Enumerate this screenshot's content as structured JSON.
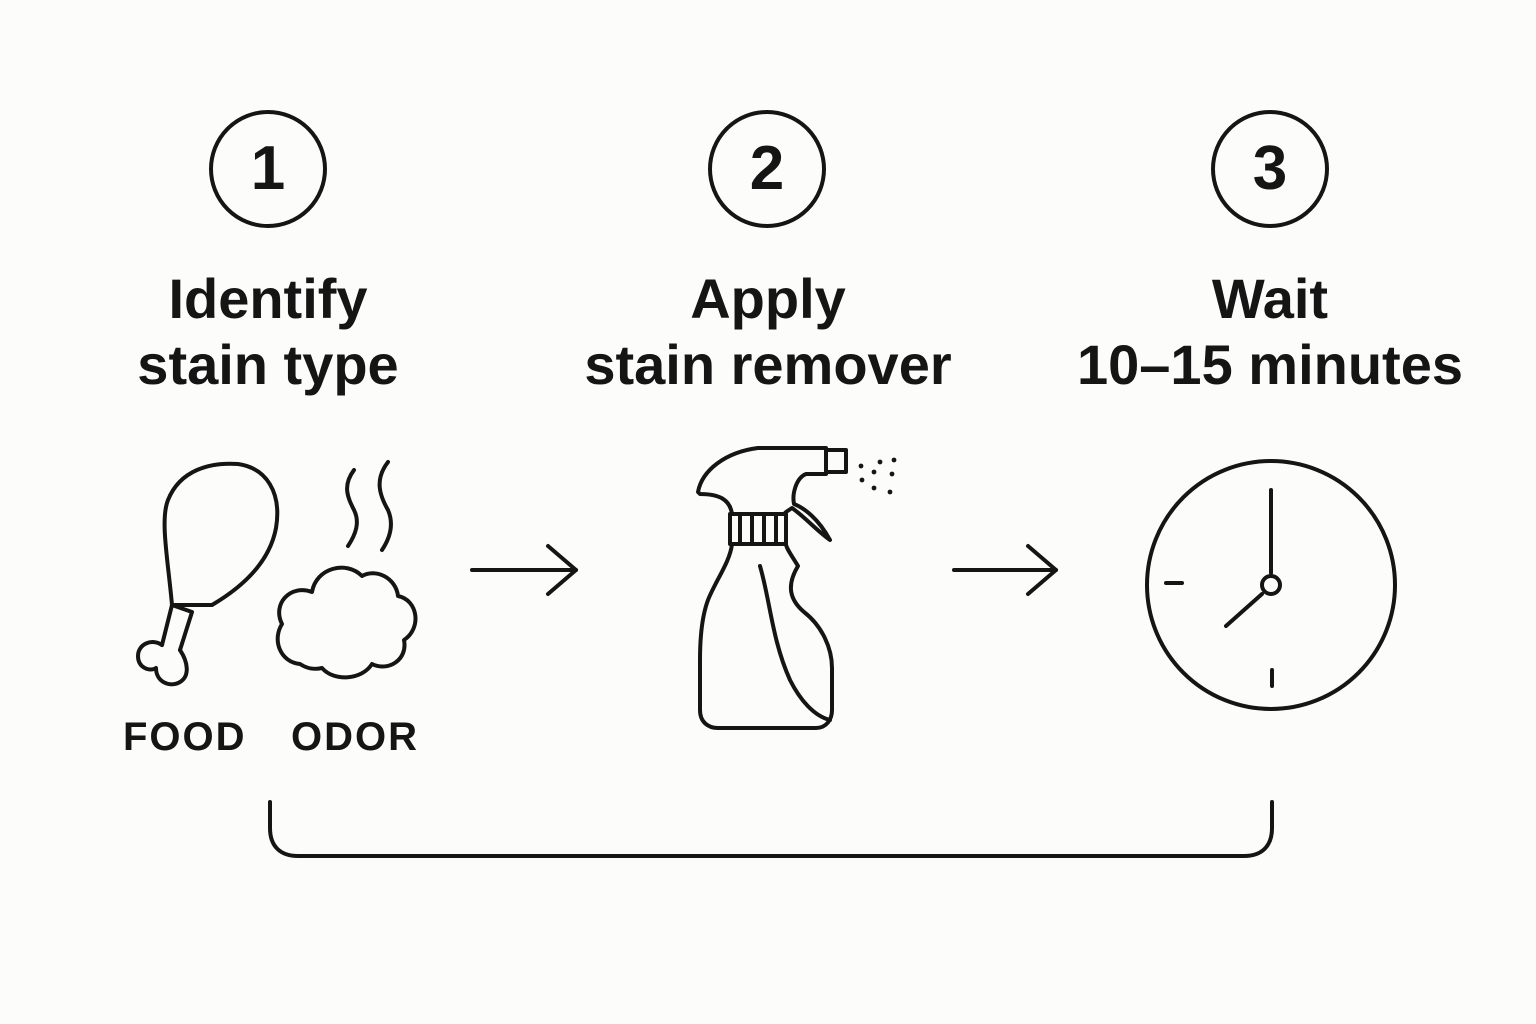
{
  "steps": [
    {
      "number": "1",
      "title_line1": "Identify",
      "title_line2": "stain type"
    },
    {
      "number": "2",
      "title_line1": "Apply",
      "title_line2": "stain remover"
    },
    {
      "number": "3",
      "title_line1": "Wait",
      "title_line2": "10–15 minutes"
    }
  ],
  "icon_labels": {
    "food": "FOOD",
    "odor": "ODOR"
  },
  "icons": [
    "drumstick-icon",
    "odor-cloud-icon",
    "spray-bottle-icon",
    "clock-icon",
    "arrow-right-icon",
    "loop-bracket"
  ],
  "colors": {
    "stroke": "#151515",
    "background": "#fcfcfa"
  }
}
